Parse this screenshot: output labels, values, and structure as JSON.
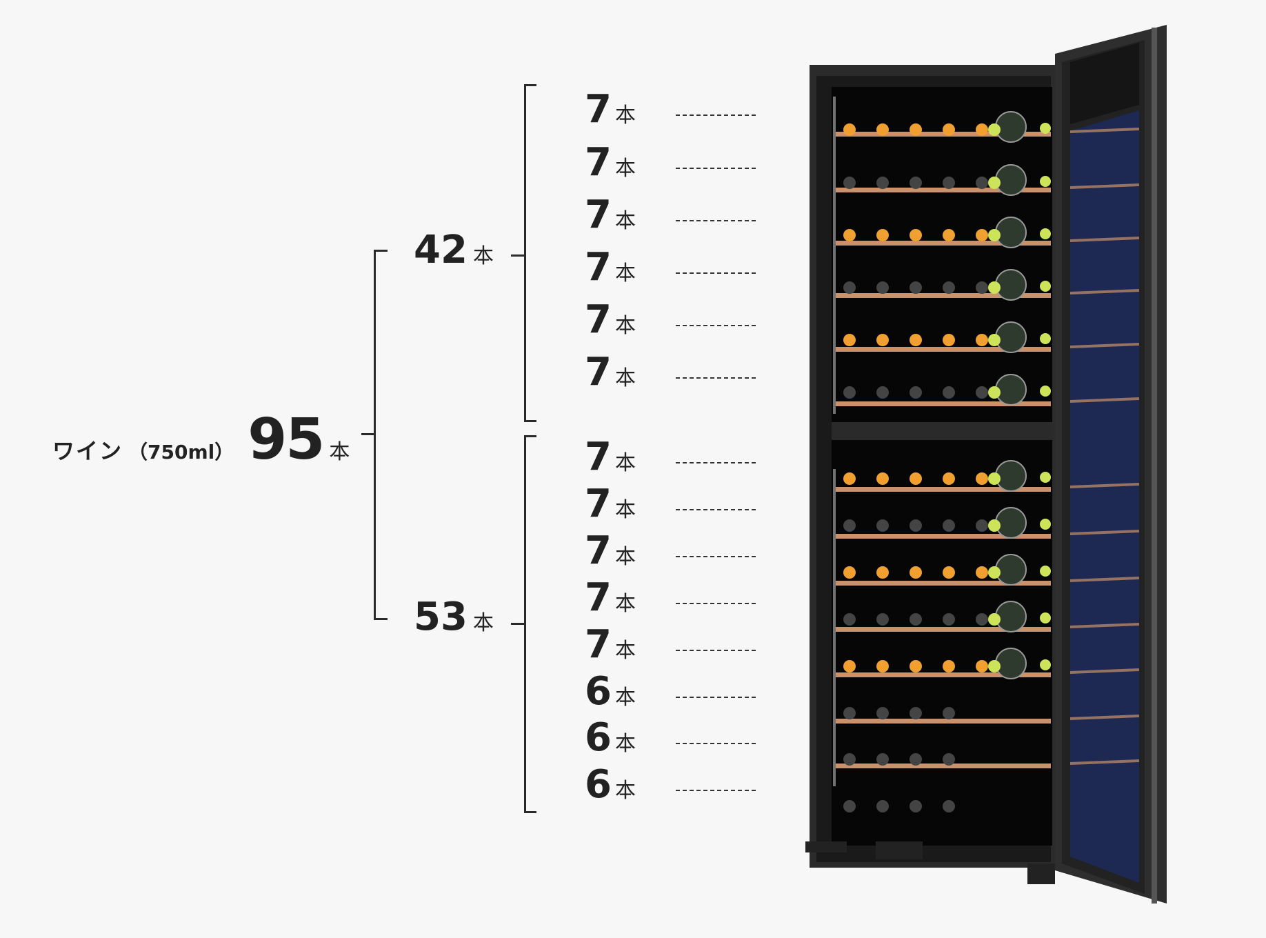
{
  "total": {
    "label": "ワイン",
    "volume": "（750ml）",
    "count": "95",
    "unit": "本"
  },
  "upper": {
    "count": "42",
    "unit": "本"
  },
  "lower": {
    "count": "53",
    "unit": "本"
  },
  "upper_rows": [
    {
      "count": "7",
      "unit": "本"
    },
    {
      "count": "7",
      "unit": "本"
    },
    {
      "count": "7",
      "unit": "本"
    },
    {
      "count": "7",
      "unit": "本"
    },
    {
      "count": "7",
      "unit": "本"
    },
    {
      "count": "7",
      "unit": "本"
    }
  ],
  "lower_rows": [
    {
      "count": "7",
      "unit": "本"
    },
    {
      "count": "7",
      "unit": "本"
    },
    {
      "count": "7",
      "unit": "本"
    },
    {
      "count": "7",
      "unit": "本"
    },
    {
      "count": "7",
      "unit": "本"
    },
    {
      "count": "6",
      "unit": "本"
    },
    {
      "count": "6",
      "unit": "本"
    },
    {
      "count": "6",
      "unit": "本"
    }
  ],
  "colors": {
    "text": "#222222",
    "background": "#f7f7f7",
    "shelf": "#c9926a",
    "cork": "#f0a030",
    "glass": "#1c2a5a"
  }
}
